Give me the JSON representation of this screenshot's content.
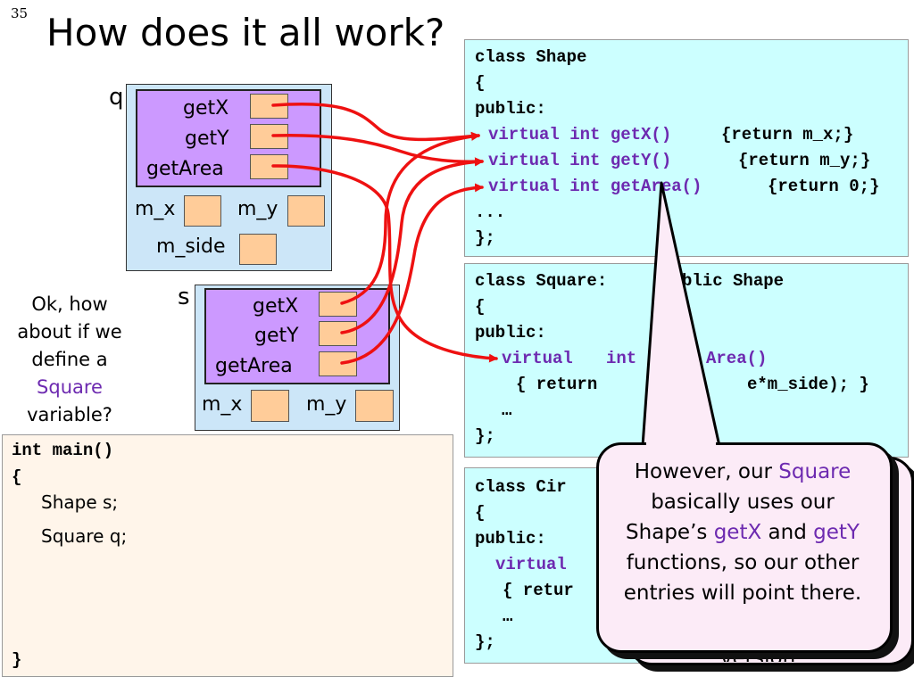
{
  "slide_number": "35",
  "title": "How does it all work?",
  "shape_class": {
    "l1": "class Shape",
    "l2": "{",
    "l3": "public:",
    "getx_sig": "virtual int getX()",
    "getx_body": "{return m_x;}",
    "gety_sig": "virtual int getY()",
    "gety_body": "{return m_y;}",
    "getarea_sig": "virtual int getArea()",
    "getarea_body": "{return 0;}",
    "dots": "...",
    "end": "};"
  },
  "square_class": {
    "l1_a": "class Square:",
    "l1_b": "blic Shape",
    "l2": "{",
    "l3": "public:",
    "sig_a": "virtual",
    "sig_b": "int",
    "sig_c": "Area()",
    "body_a": "{ return",
    "body_b": "e*m_side); }",
    "dots": "…",
    "end": "};"
  },
  "circle_class": {
    "l1": "class Cir",
    "l2": "{",
    "l3": "public:",
    "sig": "virtual",
    "body": "{ retur",
    "dots": "…",
    "end": "};"
  },
  "q_object": {
    "name": "q",
    "vtable": [
      "getX",
      "getY",
      "getArea"
    ],
    "fields": [
      "m_x",
      "m_y",
      "m_side"
    ]
  },
  "s_object": {
    "name": "s",
    "vtable": [
      "getX",
      "getY",
      "getArea"
    ],
    "fields": [
      "m_x",
      "m_y"
    ]
  },
  "side_note": {
    "l1": "Ok, how",
    "l2": "about if we",
    "l3": "define a",
    "l4": "Square",
    "l5": "variable?"
  },
  "main_code": {
    "l1": "int main()",
    "l2": "{",
    "l3": "Shape s;",
    "l4": "Square q;",
    "l5": "}"
  },
  "bubble_back": {
    "text": "version..."
  },
  "bubble_front": {
    "p1": "However, our ",
    "p2": "Square",
    "p3": " basically uses our Shape’s ",
    "p4": "getX",
    "p5": " and ",
    "p6": "getY",
    "p7": " functions, so our other entries will point there."
  },
  "colors": {
    "code_bg": "#ccffff",
    "object_bg": "#cce6f8",
    "vtable_bg": "#cc99ff",
    "slot_bg": "#ffcc99",
    "arrow": "#ee1111",
    "keyword": "#6d2ab0",
    "bubble_bg": "#fcebf7"
  }
}
